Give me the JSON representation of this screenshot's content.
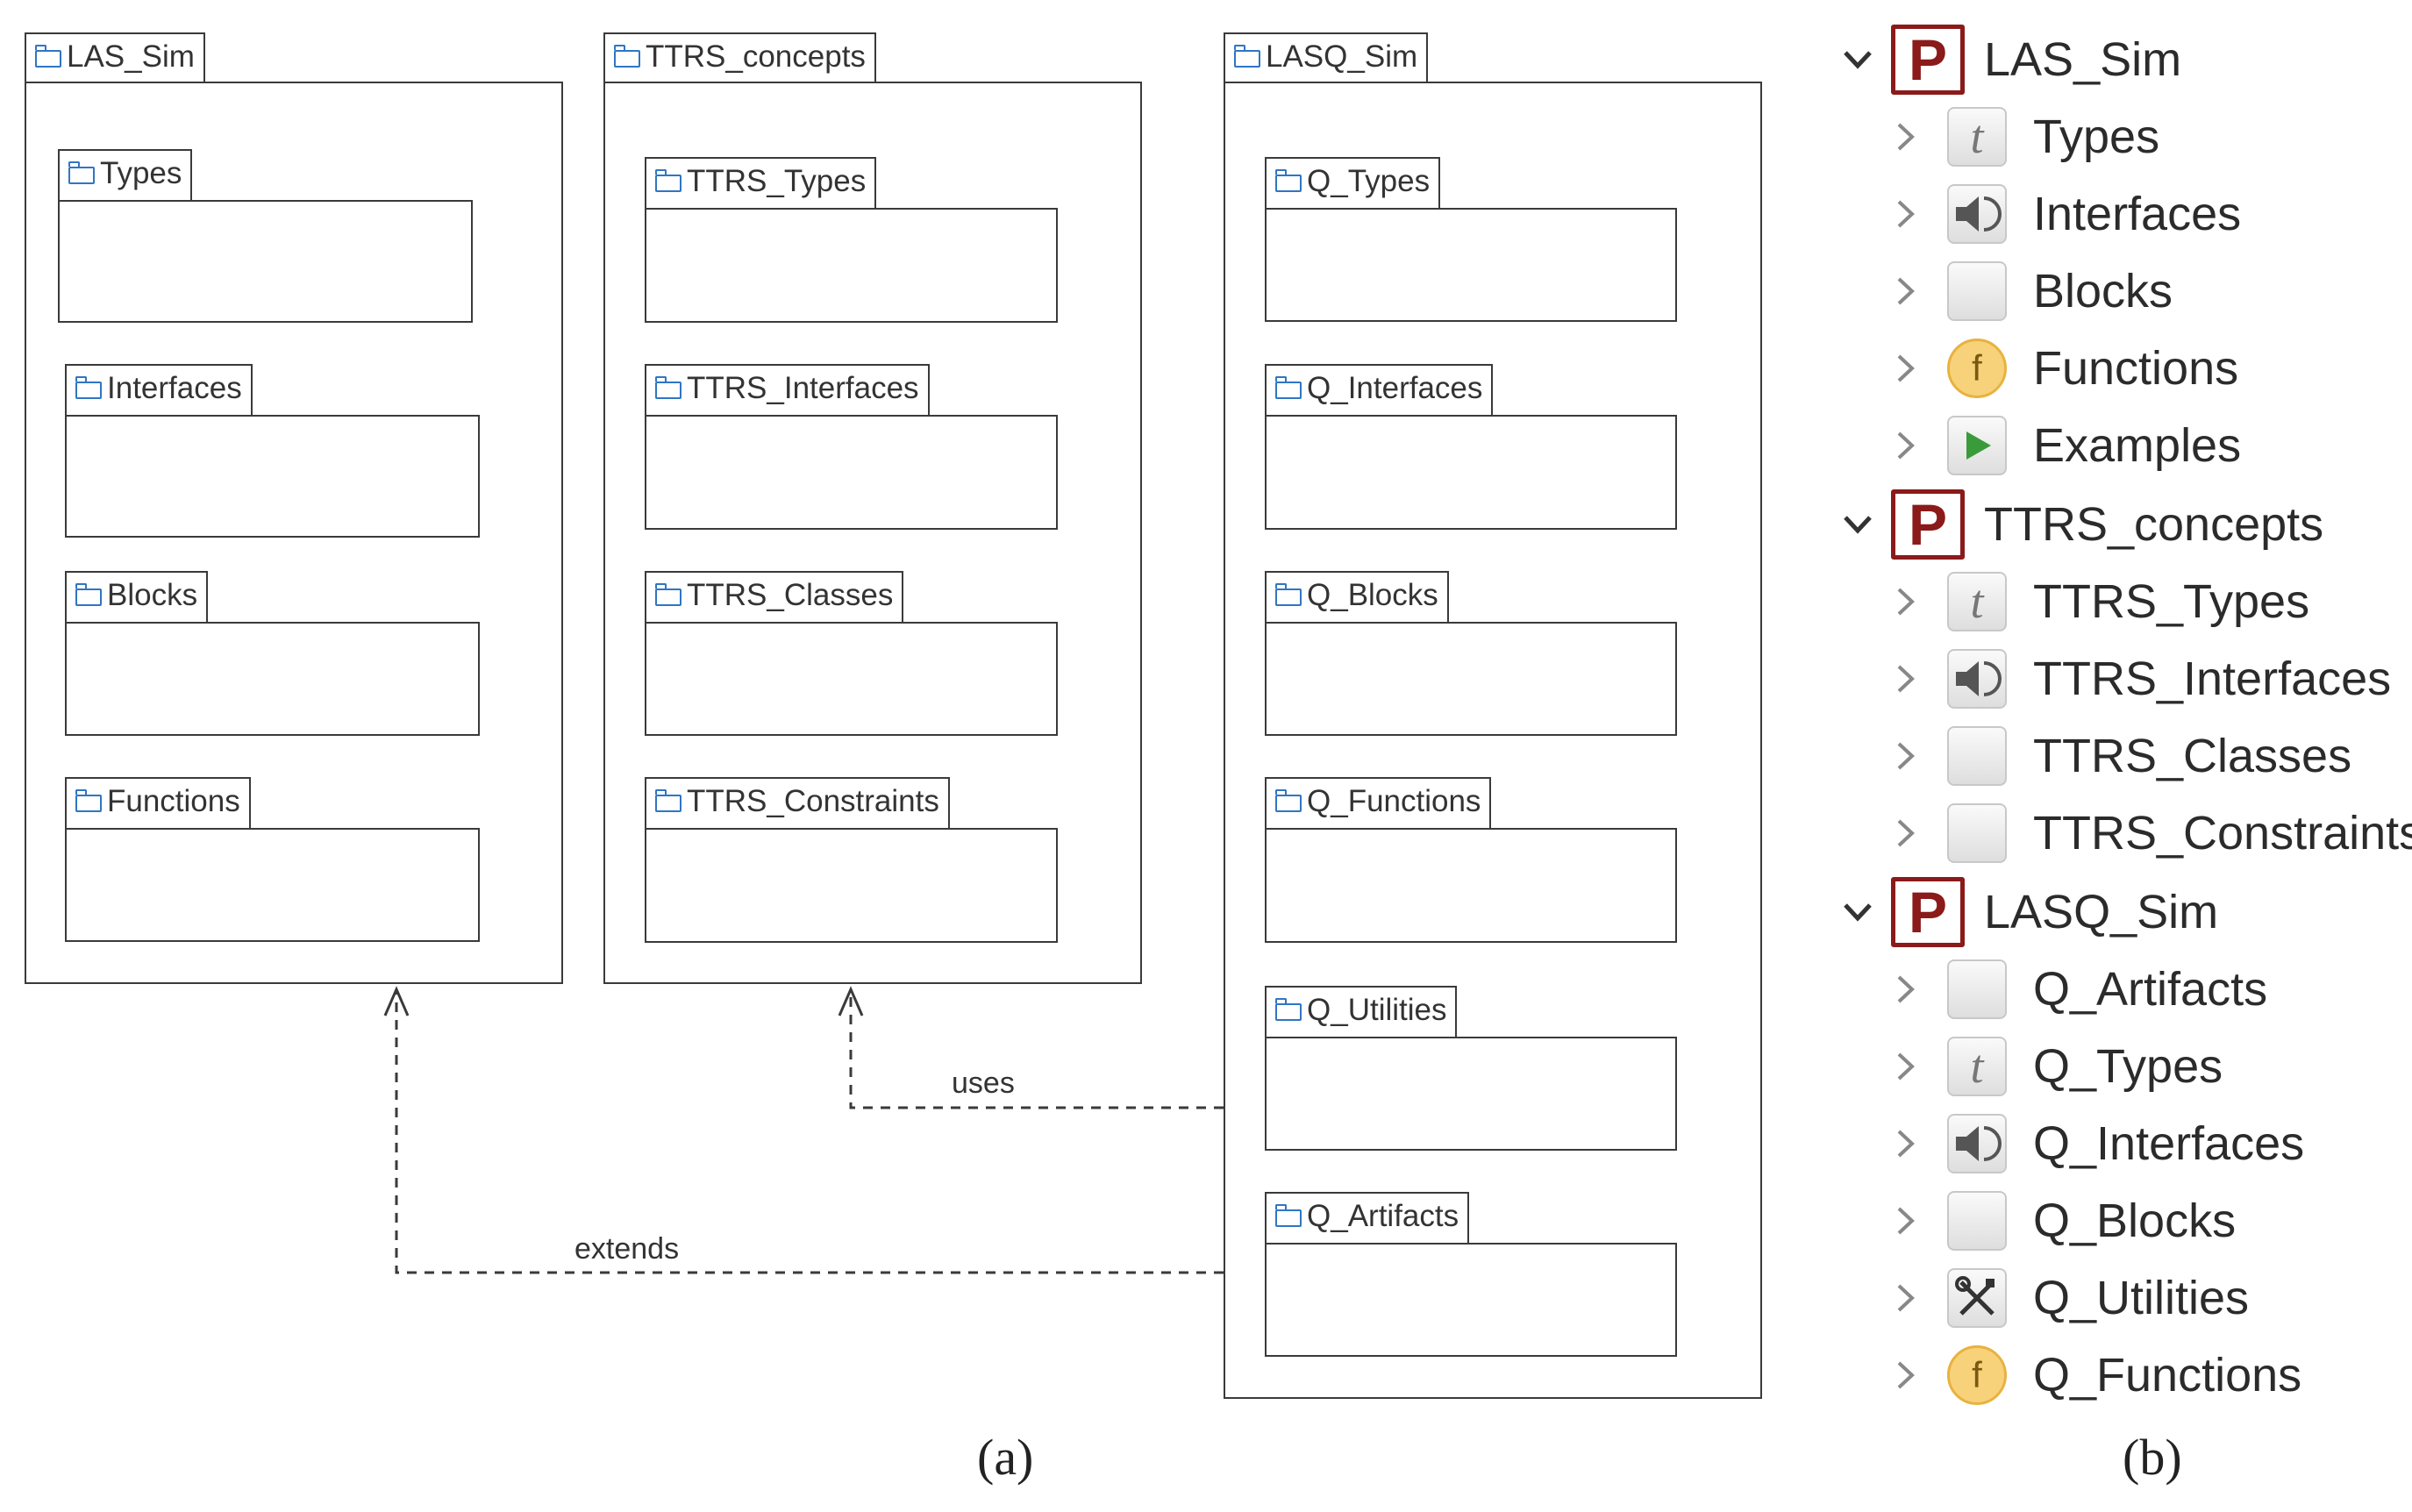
{
  "diagram": {
    "packages": [
      {
        "name": "LAS_Sim",
        "subpackages": [
          "Types",
          "Interfaces",
          "Blocks",
          "Functions"
        ]
      },
      {
        "name": "TTRS_concepts",
        "subpackages": [
          "TTRS_Types",
          "TTRS_Interfaces",
          "TTRS_Classes",
          "TTRS_Constraints"
        ]
      },
      {
        "name": "LASQ_Sim",
        "subpackages": [
          "Q_Types",
          "Q_Interfaces",
          "Q_Blocks",
          "Q_Functions",
          "Q_Utilities",
          "Q_Artifacts"
        ]
      }
    ],
    "dependencies": [
      {
        "label": "uses",
        "from": "LASQ_Sim",
        "to": "TTRS_concepts"
      },
      {
        "label": "extends",
        "from": "LASQ_Sim",
        "to": "LAS_Sim"
      }
    ],
    "caption": "(a)"
  },
  "tree": {
    "caption": "(b)",
    "groups": [
      {
        "name": "LAS_Sim",
        "icon": "package-icon",
        "expanded": true,
        "items": [
          {
            "label": "Types",
            "icon": "type-icon"
          },
          {
            "label": "Interfaces",
            "icon": "interface-icon"
          },
          {
            "label": "Blocks",
            "icon": "block-icon"
          },
          {
            "label": "Functions",
            "icon": "function-icon"
          },
          {
            "label": "Examples",
            "icon": "play-icon"
          }
        ]
      },
      {
        "name": "TTRS_concepts",
        "icon": "package-icon",
        "expanded": true,
        "items": [
          {
            "label": "TTRS_Types",
            "icon": "type-icon"
          },
          {
            "label": "TTRS_Interfaces",
            "icon": "interface-icon"
          },
          {
            "label": "TTRS_Classes",
            "icon": "block-icon"
          },
          {
            "label": "TTRS_Constraints",
            "icon": "block-icon"
          }
        ]
      },
      {
        "name": "LASQ_Sim",
        "icon": "package-icon",
        "expanded": true,
        "items": [
          {
            "label": "Q_Artifacts",
            "icon": "block-icon"
          },
          {
            "label": "Q_Types",
            "icon": "type-icon"
          },
          {
            "label": "Q_Interfaces",
            "icon": "interface-icon"
          },
          {
            "label": "Q_Blocks",
            "icon": "block-icon"
          },
          {
            "label": "Q_Utilities",
            "icon": "tools-icon"
          },
          {
            "label": "Q_Functions",
            "icon": "function-icon"
          }
        ]
      }
    ],
    "colors": {
      "package": "#8b1a1a",
      "folder": "#2f76c4",
      "play": "#3a9b3a",
      "function": "#f7d27a"
    }
  }
}
